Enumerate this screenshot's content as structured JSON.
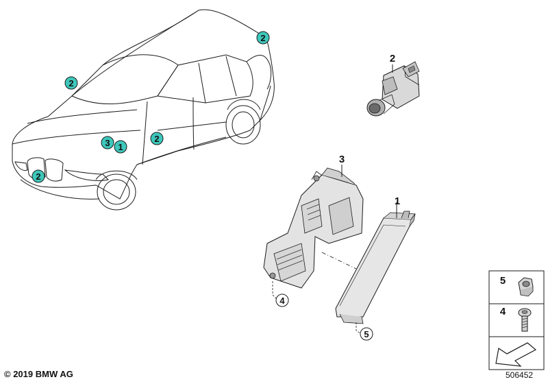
{
  "vehicle_callouts": [
    {
      "id": "c-roof-rear",
      "label": "2"
    },
    {
      "id": "c-roof-front",
      "label": "2"
    },
    {
      "id": "c-hood-3",
      "label": "3"
    },
    {
      "id": "c-hood-1",
      "label": "1"
    },
    {
      "id": "c-mirror",
      "label": "2"
    },
    {
      "id": "c-front-bumper",
      "label": "2"
    }
  ],
  "part_labels": {
    "sensor": "2",
    "bracket": "3",
    "module": "1",
    "screw_ref": "4",
    "nut_ref": "5"
  },
  "legend": [
    {
      "number": "5",
      "part": "nut"
    },
    {
      "number": "4",
      "part": "screw"
    }
  ],
  "colors": {
    "callout_fill": "#3ec7bb",
    "line": "#1a1a1a"
  },
  "footer": {
    "copyright": "© 2019 BMW AG",
    "doc_number": "506452"
  }
}
